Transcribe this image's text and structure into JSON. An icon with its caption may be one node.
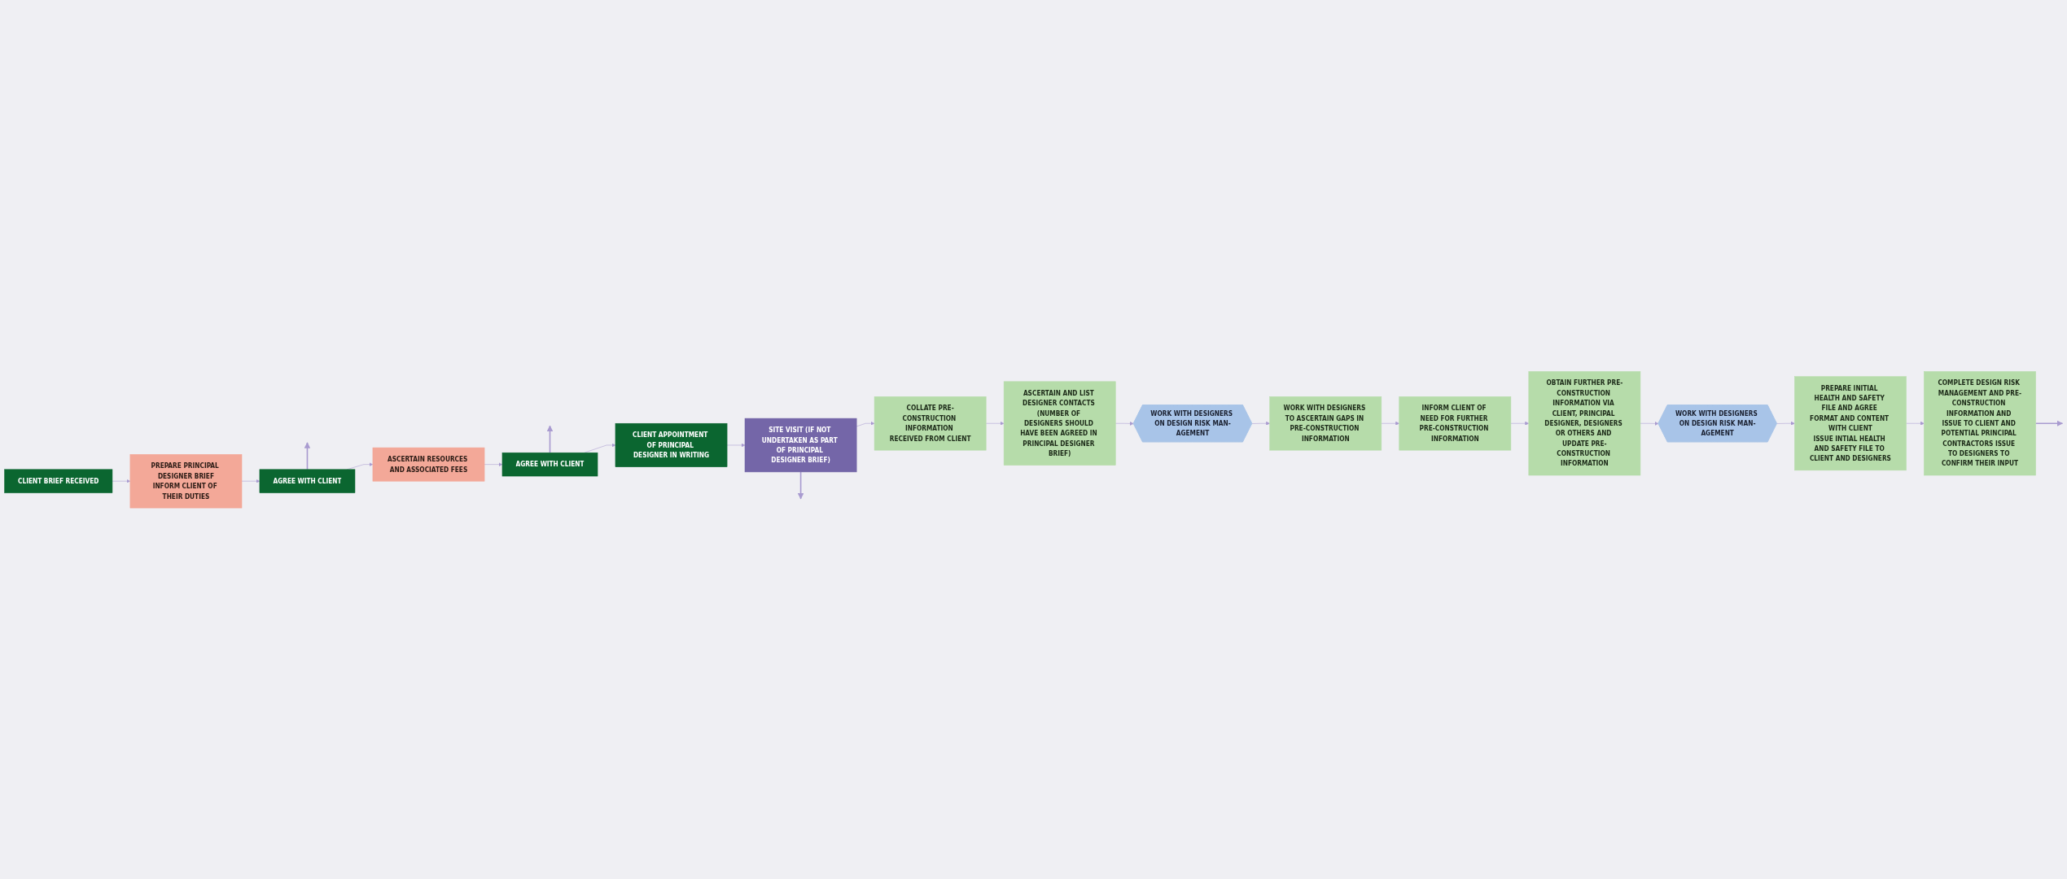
{
  "diagram": {
    "nodes": [
      {
        "text": [
          "CLIENT BRIEF RECEIVED"
        ]
      },
      {
        "text": [
          "PREPARE PRINCIPAL DESIGNER BRIEF",
          "INFORM CLIENT OF THEIR DUTIES"
        ]
      },
      {
        "text": [
          "AGREE WITH CLIENT"
        ]
      },
      {
        "text": [
          "ASCERTAIN RESOURCES AND ASSOCIATED FEES"
        ]
      },
      {
        "text": [
          "AGREE WITH CLIENT"
        ]
      },
      {
        "text": [
          "CLIENT APPOINTMENT OF PRINCIPAL DESIGNER IN WRITING"
        ]
      },
      {
        "text": [
          "SITE VISIT (IF NOT UNDERTAKEN AS PART OF PRINCIPAL DESIGNER BRIEF)"
        ]
      },
      {
        "text": [
          "COLLATE PRE-CONSTRUCTION INFORMATION RECEIVED FROM CLIENT"
        ]
      },
      {
        "text": [
          "ASCERTAIN AND LIST DESIGNER CONTACTS (NUMBER OF DESIGNERS SHOULD HAVE BEEN AGREED IN PRINCIPAL DESIGNER BRIEF)"
        ]
      },
      {
        "text": [
          "WORK WITH DESIGNERS ON DESIGN RISK MAN-AGEMENT"
        ]
      },
      {
        "text": [
          "WORK WITH DESIGNERS TO ASCERTAIN GAPS IN PRE-CONSTRUCTION INFORMATION"
        ]
      },
      {
        "text": [
          "INFORM CLIENT OF NEED FOR FURTHER PRE-CONSTRUCTION INFORMATION"
        ]
      },
      {
        "text": [
          "OBTAIN FURTHER PRE-CONSTRUCTION INFORMATION VIA CLIENT, PRINCIPAL DESIGNER, DESIGNERS OR OTHERS AND UPDATE PRE-CONSTRUCTION INFORMATION"
        ]
      },
      {
        "text": [
          "WORK WITH DESIGNERS ON DESIGN RISK MAN-AGEMENT"
        ]
      },
      {
        "text": [
          "PREPARE INITIAL HEALTH AND SAFETY FILE AND AGREE FORMAT AND CONTENT WITH CLIENT",
          "ISSUE INTIAL HEALTH AND SAFETY FILE TO CLIENT AND DESIGNERS"
        ]
      },
      {
        "text": [
          "COMPLETE DESIGN RISK MANAGEMENT AND PRE-CONSTRUCTION INFORMATION AND ISSUE TO CLIENT AND POTENTIAL PRINCIPAL CONTRACTORS ISSUE TO DESIGNERS TO CONFIRM THEIR INPUT"
        ]
      }
    ],
    "edges": [
      {
        "from": 0,
        "to": 1,
        "arrow": "to"
      },
      {
        "from": 1,
        "to": 2,
        "arrow": "to"
      },
      {
        "from": 2,
        "to": null,
        "arrow": "to"
      },
      {
        "from": 2,
        "to": 3,
        "arrow": "to"
      },
      {
        "from": 3,
        "to": 4,
        "arrow": "to"
      },
      {
        "from": 4,
        "to": null,
        "arrow": "to"
      },
      {
        "from": 4,
        "to": 5,
        "arrow": "to"
      },
      {
        "from": 5,
        "to": 6,
        "arrow": "to"
      },
      {
        "from": 6,
        "to": null,
        "arrow": "to"
      },
      {
        "from": 6,
        "to": 7,
        "arrow": "to"
      },
      {
        "from": 7,
        "to": 8,
        "arrow": "to"
      },
      {
        "from": 8,
        "to": 9,
        "arrow": "to"
      },
      {
        "from": 9,
        "to": 10,
        "arrow": "to"
      },
      {
        "from": 10,
        "to": 11,
        "arrow": "to"
      },
      {
        "from": 11,
        "to": 12,
        "arrow": "to"
      },
      {
        "from": 12,
        "to": 13,
        "arrow": "to"
      },
      {
        "from": 13,
        "to": 14,
        "arrow": "to"
      },
      {
        "from": 14,
        "to": 15,
        "arrow": "to"
      },
      {
        "from": 15,
        "to": null,
        "arrow": "to"
      }
    ]
  }
}
